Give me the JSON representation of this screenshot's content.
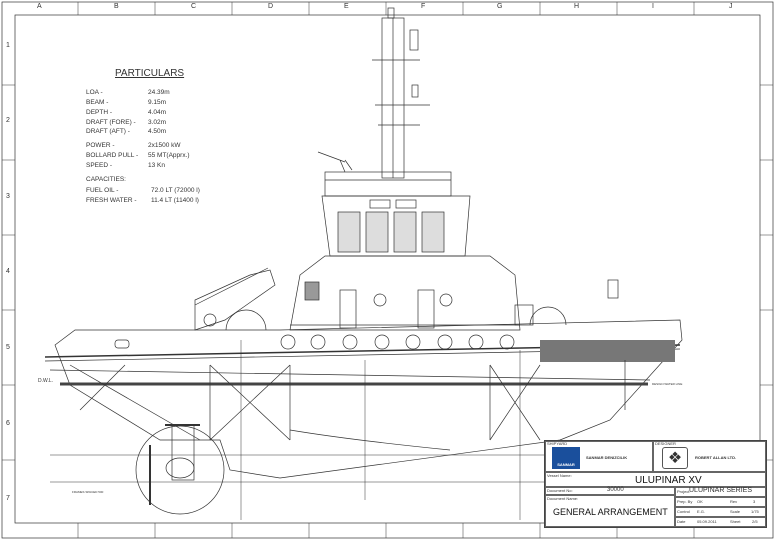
{
  "border": {
    "columns": [
      "A",
      "B",
      "C",
      "D",
      "E",
      "F",
      "G",
      "H",
      "I",
      "J"
    ],
    "rows": [
      "1",
      "2",
      "3",
      "4",
      "5",
      "6",
      "7"
    ]
  },
  "particulars": {
    "title": "PARTICULARS",
    "items": [
      {
        "label": "LOA  -",
        "value": "24.39m"
      },
      {
        "label": "BEAM  -",
        "value": "9.15m"
      },
      {
        "label": "DEPTH  -",
        "value": "4.04m"
      },
      {
        "label": "DRAFT (FORE)  -",
        "value": "3.02m"
      },
      {
        "label": "DRAFT (AFT)  -",
        "value": "4.50m"
      },
      {
        "label": "POWER  -",
        "value": "2x1500  kW"
      },
      {
        "label": "BOLLARD PULL  -",
        "value": "55 MT(Apprx.)"
      },
      {
        "label": "SPEED  -",
        "value": "13  Kn"
      }
    ],
    "capacities_title": "CAPACITIES:",
    "capacities": [
      {
        "label": "FUEL OIL  -",
        "value": "72.0 LT (72000 l)"
      },
      {
        "label": "FRESH WATER  -",
        "value": "11.4 LT (11400 l)"
      }
    ]
  },
  "drawing": {
    "dwl_label": "D.W.L.",
    "design_waterline": "DESIGN WATER LINE",
    "frames_label": "FRAMES SPACED 500"
  },
  "title_block": {
    "shipyard_label": "SHIPYARD",
    "shipyard_name": "SANMAR DENIZCILIK",
    "shipyard_logo": "SANMAR",
    "designer_label": "DESIGNER",
    "designer_name": "ROBERT ALLAN LTD.",
    "vessel_name_label": "Vessel Name:",
    "vessel_name": "ULUPINAR XV",
    "doc_no_label": "Document No:",
    "doc_no": "30000",
    "project_label": "Project",
    "project": "ULUPINAR SERIES",
    "doc_name_label": "Document Name:",
    "doc_name": "GENERAL ARRANGEMENT",
    "prep_label": "Prep. By",
    "prep": "OK",
    "rev_label": "Rev",
    "rev": "3",
    "control_label": "Control",
    "control": "E.G.",
    "scale_label": "Scale",
    "scale": "1/75",
    "date_label": "Date",
    "date": "05.09.2011",
    "sheet_label": "Sheet",
    "sheet": "2/5"
  },
  "colors": {
    "line": "#333333",
    "logo_blue": "#1a4f9c",
    "logo_red": "#c0392b"
  }
}
